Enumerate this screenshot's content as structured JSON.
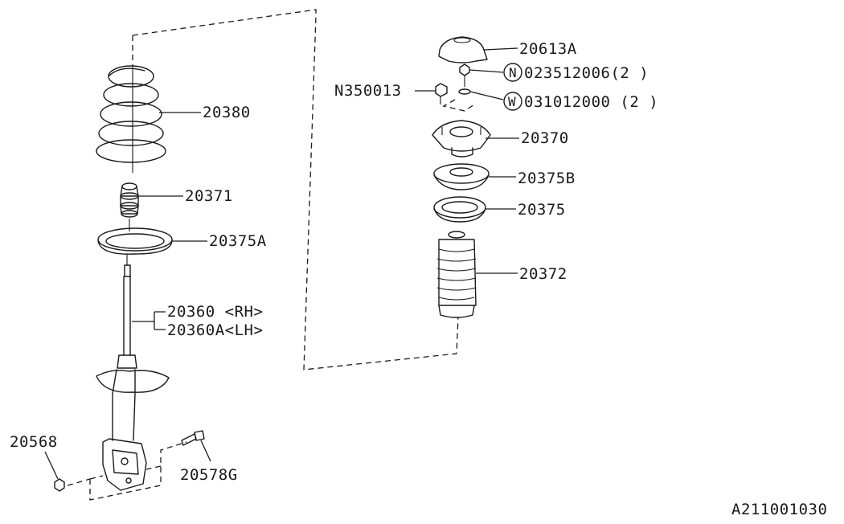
{
  "labels": {
    "spring": "20380",
    "bump_stop": "20371",
    "lower_seat": "20375A",
    "strut_rh": "20360 <RH>",
    "strut_lh": "20360A<LH>",
    "nut_left": "20568",
    "bolt": "20578G",
    "cap": "20613A",
    "mount_nut_code": "N",
    "mount_nut": "023512006(2 )",
    "washer_code": "W",
    "washer": "031012000 (2 )",
    "top_nut": "N350013",
    "mount": "20370",
    "upper_seat_b": "20375B",
    "upper_seat": "20375",
    "boot": "20372",
    "figure_code": "A211001030"
  }
}
